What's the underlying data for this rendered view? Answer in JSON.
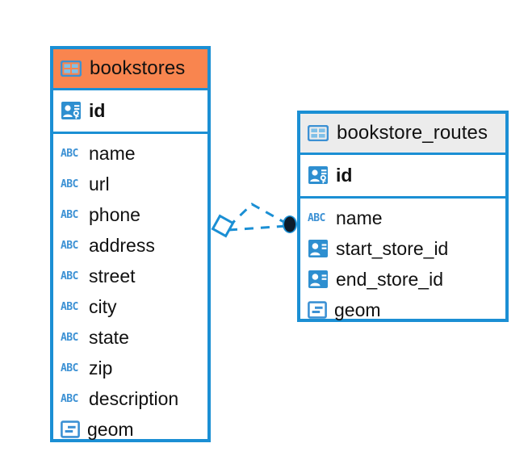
{
  "diagram": {
    "type": "entity-relationship-diagram",
    "background_color": "#FFFFFF",
    "accent_color": "#1B8FD4",
    "header_accent_color": "#F9854F",
    "header_neutral_color": "#ECECEC",
    "icon_color": "#3C91D4",
    "text_color": "#111111"
  },
  "entities": [
    {
      "id": "bookstores",
      "title": "bookstores",
      "title_icon": "table-icon",
      "header_style": "accent",
      "primary_key": {
        "name": "id",
        "icon": "primary-key-icon"
      },
      "fields": [
        {
          "name": "name",
          "icon": "text-type-icon"
        },
        {
          "name": "url",
          "icon": "text-type-icon"
        },
        {
          "name": "phone",
          "icon": "text-type-icon"
        },
        {
          "name": "address",
          "icon": "text-type-icon"
        },
        {
          "name": "street",
          "icon": "text-type-icon"
        },
        {
          "name": "city",
          "icon": "text-type-icon"
        },
        {
          "name": "state",
          "icon": "text-type-icon"
        },
        {
          "name": "zip",
          "icon": "text-type-icon"
        },
        {
          "name": "description",
          "icon": "text-type-icon"
        },
        {
          "name": "geom",
          "icon": "geometry-type-icon"
        }
      ]
    },
    {
      "id": "bookstore_routes",
      "title": "bookstore_routes",
      "title_icon": "table-icon",
      "header_style": "neutral",
      "primary_key": {
        "name": "id",
        "icon": "primary-key-icon"
      },
      "fields": [
        {
          "name": "name",
          "icon": "text-type-icon"
        },
        {
          "name": "start_store_id",
          "icon": "foreign-key-icon"
        },
        {
          "name": "end_store_id",
          "icon": "foreign-key-icon"
        },
        {
          "name": "geom",
          "icon": "geometry-type-icon"
        }
      ]
    }
  ],
  "relationship": {
    "name": "bookstores-to-bookstore-routes",
    "from_entity": "bookstores",
    "to_entity": "bookstore_routes",
    "line_style": "dashed",
    "line_color": "#1B8FD4",
    "source_marker": "diamond-outline",
    "target_marker": "filled-circle",
    "target_marker_color": "#0D1B2A",
    "branches": 2
  },
  "icon_glyphs": {
    "text_type_label": "ABC"
  }
}
